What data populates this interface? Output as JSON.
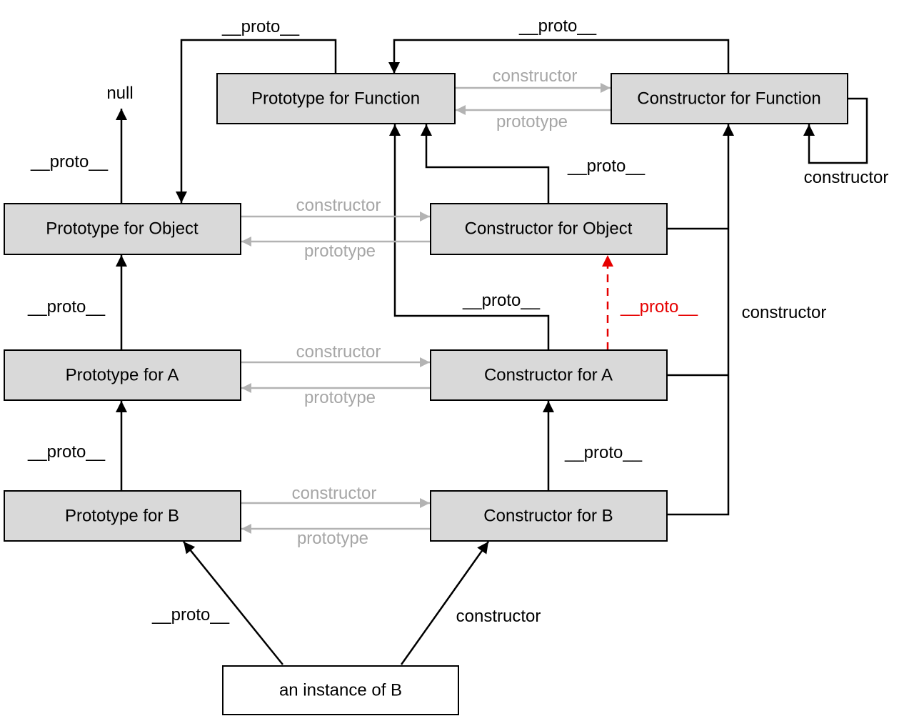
{
  "nodes": {
    "proto_function": "Prototype for Function",
    "ctor_function": "Constructor for Function",
    "proto_object": "Prototype for Object",
    "ctor_object": "Constructor for Object",
    "proto_a": "Prototype for A",
    "ctor_a": "Constructor for A",
    "proto_b": "Prototype for B",
    "ctor_b": "Constructor for B",
    "instance_b": "an instance of B"
  },
  "labels": {
    "null": "null",
    "proto": "__proto__",
    "constructor": "constructor",
    "prototype": "prototype"
  },
  "colors": {
    "node_fill": "#d9d9d9",
    "instance_fill": "#ffffff",
    "gray_link": "#b3b3b3",
    "red_link": "#e60000"
  }
}
